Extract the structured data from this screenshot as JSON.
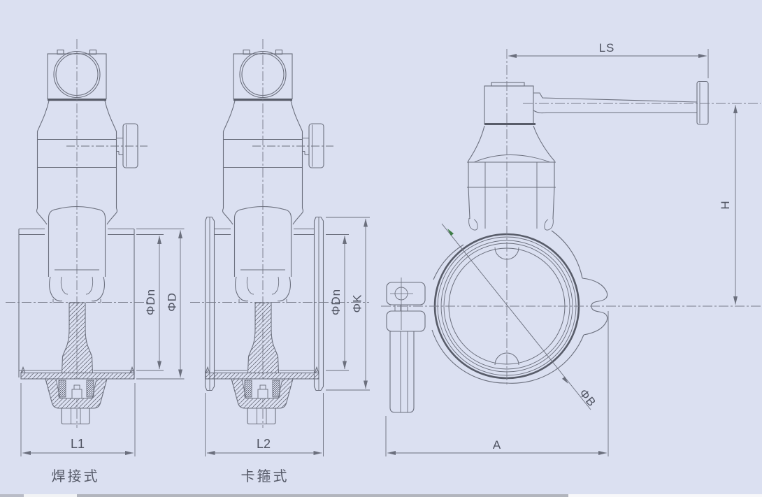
{
  "drawing": {
    "type": "butterfly-valve-engineering-drawing",
    "colors": {
      "background": "#dbe0f1",
      "line": "#6b6f7d",
      "bold_line": "#585c69",
      "text": "#4f5361",
      "accent_green": "#3e7d46"
    },
    "views": {
      "welded": {
        "caption": "焊接式",
        "dim_bore": "ΦDn",
        "dim_outer": "ΦD",
        "dim_length": "L1"
      },
      "clamp": {
        "caption": "卡箍式",
        "dim_bore": "ΦDn",
        "dim_outer": "ΦK",
        "dim_length": "L2"
      },
      "front": {
        "dim_handle_length": "LS",
        "dim_height": "H",
        "dim_width": "A",
        "dim_disc_diameter": "ΦB"
      }
    }
  }
}
